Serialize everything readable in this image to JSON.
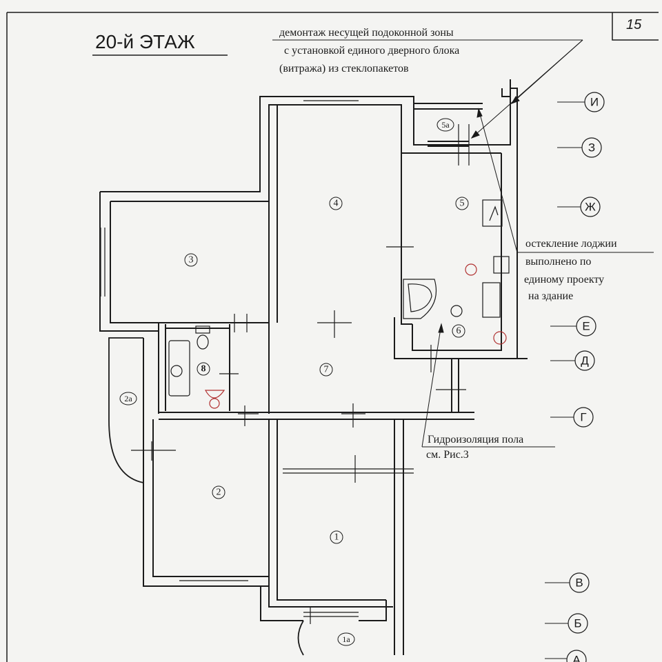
{
  "sheet": {
    "title": "20-й ЭТАЖ",
    "page_number": "15"
  },
  "notes": {
    "demolition": [
      "демонтаж несущей подоконной зоны",
      "с установкой единого дверного блока",
      "(витража) из стеклопакетов"
    ],
    "loggia_glazing": [
      "остекление лоджии",
      "выполнено по",
      "единому проекту",
      "на здание"
    ],
    "waterproofing": [
      "Гидроизоляция пола",
      "см. Рис.3"
    ]
  },
  "rooms": {
    "r1": "1",
    "r1a": "1а",
    "r2": "2",
    "r2a": "2а",
    "r3": "3",
    "r4": "4",
    "r5": "5",
    "r5a": "5а",
    "r6": "6",
    "r7": "7",
    "r8": "8"
  },
  "axes": {
    "i": "И",
    "z": "З",
    "zh": "Ж",
    "e": "Е",
    "d": "Д",
    "g": "Г",
    "v": "В",
    "b": "Б",
    "a": "А"
  },
  "colors": {
    "ink": "#1a1a1a",
    "paper": "#f4f4f2",
    "fixture_accent": "#b03030"
  }
}
